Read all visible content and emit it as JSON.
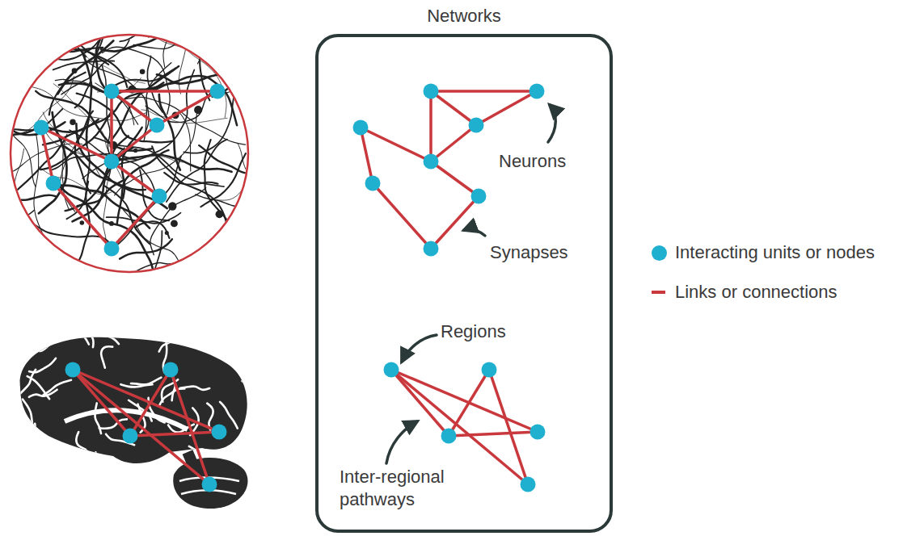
{
  "diagram": {
    "nodes": [
      {
        "text": [
          "Networks"
        ]
      }
    ],
    "labels": [
      "Neurons",
      "Synapses",
      "Regions",
      "Inter-regional pathways"
    ],
    "legend": [
      {
        "text": "Interacting units or nodes",
        "color": "#1fb0d0"
      },
      {
        "text": "Links or connections",
        "color": "#c8383c"
      }
    ]
  }
}
